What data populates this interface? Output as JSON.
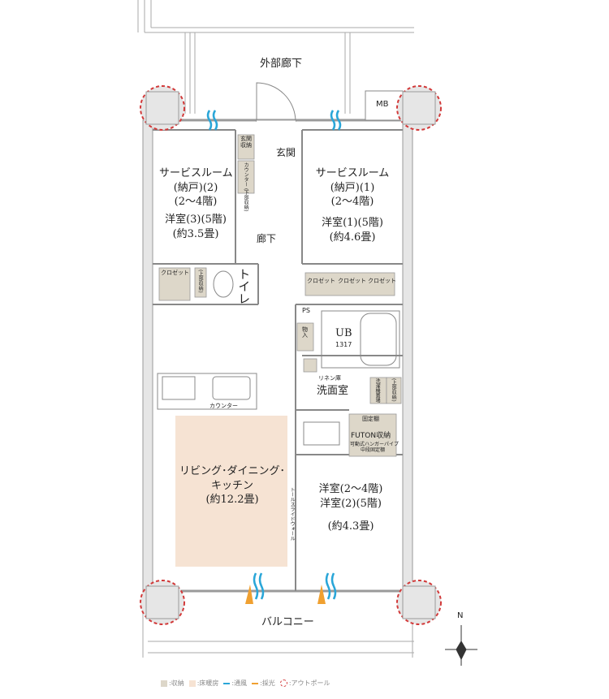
{
  "labels": {
    "corridor_outside": "外部廊下",
    "mb": "MB",
    "entrance": "玄関",
    "entrance_storage": "玄関\n収納",
    "counter_storage": "カウンター\n(下部収納)",
    "service_left": "サービスルーム\n(納戸)(2)\n(2〜4階)",
    "western3": "洋室(3)(5階)\n(約3.5畳)",
    "service_right": "サービスルーム\n(納戸)(1)\n(2〜4階)",
    "western1": "洋室(1)(5階)\n(約4.6畳)",
    "hallway": "廊下",
    "toilet": "トイレ",
    "closet_left": "クロゼット",
    "closet_r1": "クロゼット",
    "closet_r2": "クロゼット",
    "closet_r3": "クロゼット",
    "lower_storage": "(上部収納)",
    "ps": "PS",
    "storage_in": "物入",
    "ub": "UB",
    "ub_size": "1317",
    "linen": "リネン庫",
    "washroom": "洗面室",
    "washer": "洗濯機置場",
    "upper_storage": "(上部収納)",
    "counter": "カウンター",
    "fixed_shelf": "固定棚",
    "futon": "FUTON収納",
    "hanger": "可動式ハンガーパイプ\n中段固定棚",
    "ldk": "リビング･ダイニング･\nキッチン\n(約12.2畳)",
    "western2": "洋室(2〜4階)\n洋室(2)(5階)",
    "western2_size": "(約4.3畳)",
    "slide_wall": "トールスライドウォール",
    "balcony": "バルコニー",
    "north": "N"
  },
  "legend": [
    {
      "icon": "storage-swatch",
      "label": ":収納",
      "color": "#ddd7c9"
    },
    {
      "icon": "floor-heating-swatch",
      "label": ":床暖房",
      "color": "#f6e3d3"
    },
    {
      "icon": "ventilation-icon",
      "label": ":通風",
      "color": "#2aa6d8"
    },
    {
      "icon": "daylight-icon",
      "label": ":採光",
      "color": "#f0a030"
    },
    {
      "icon": "outpole-icon",
      "label": ":アウトポール",
      "color": "#d23a3a"
    }
  ],
  "colors": {
    "wall": "#9a9a9a",
    "storage": "#ddd7c9",
    "floor_heating": "#f6e3d3",
    "wind": "#2aa6d8",
    "light": "#f0a030",
    "outpole": "#d23a3a"
  }
}
